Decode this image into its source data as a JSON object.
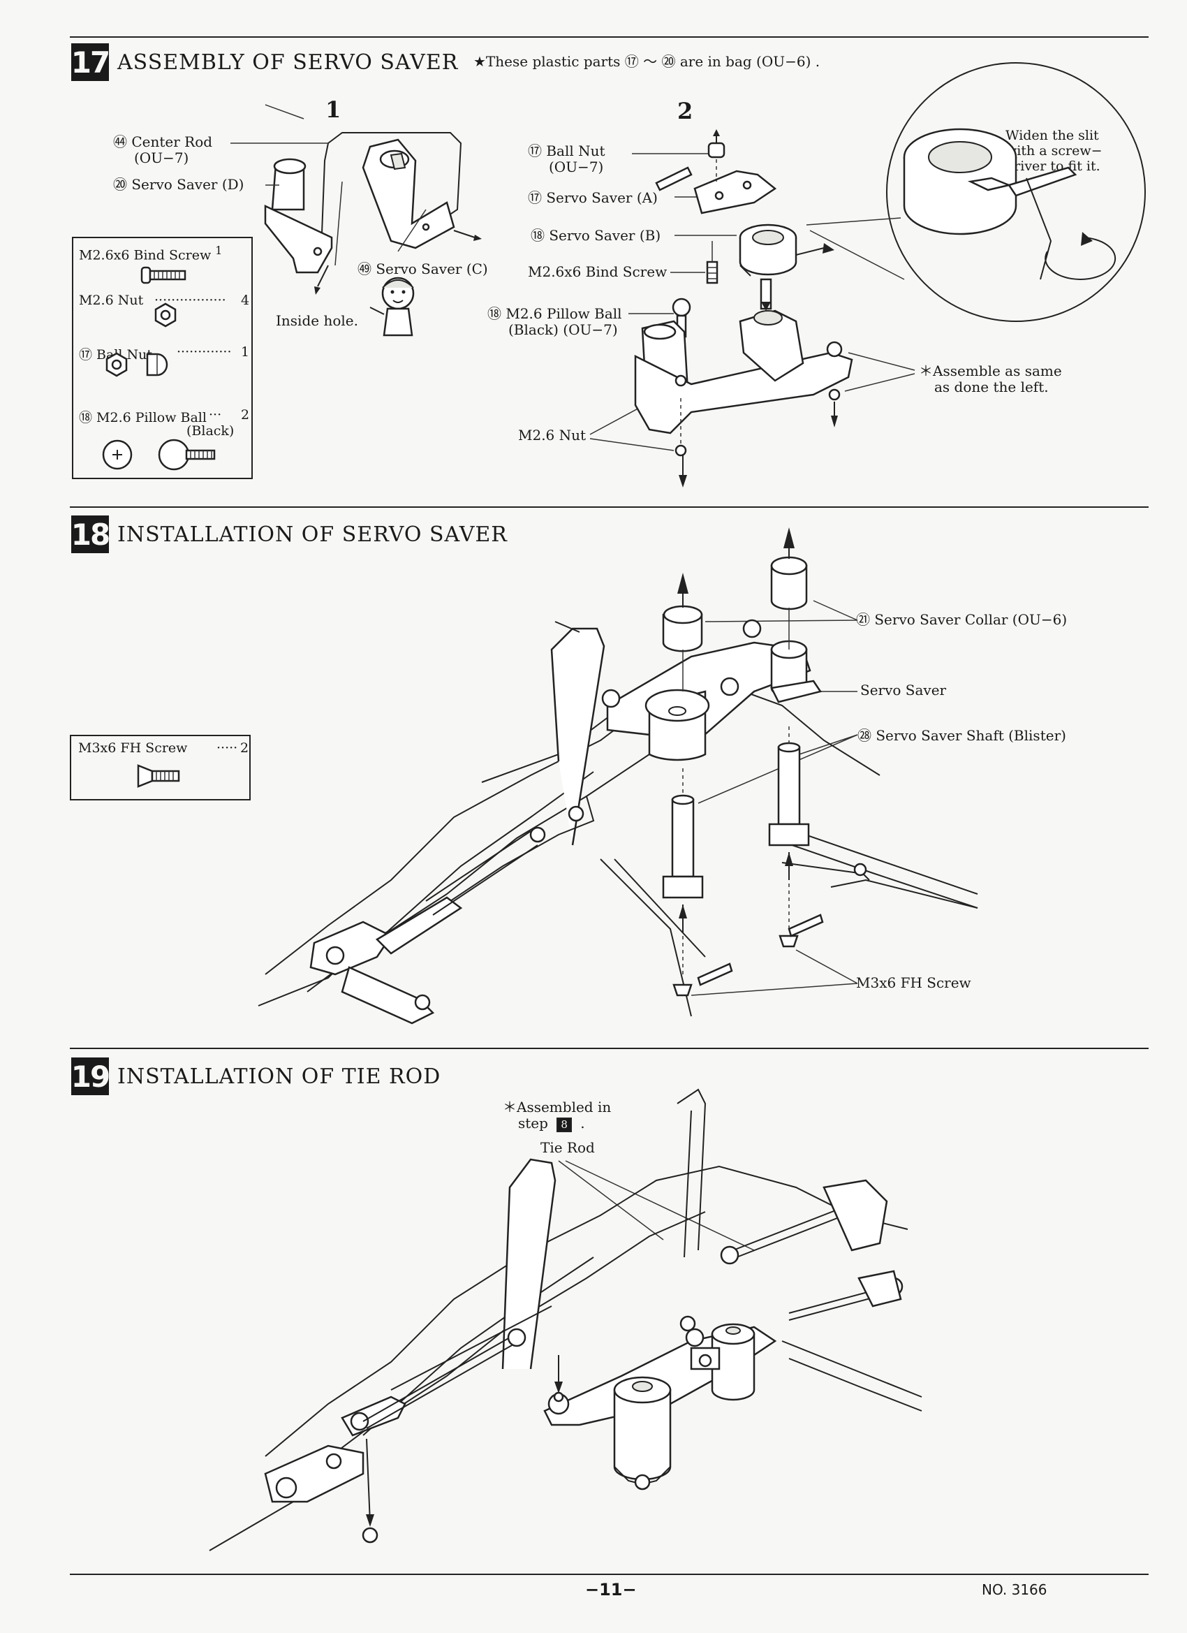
{
  "sections": [
    {
      "num": "17",
      "title": "ASSEMBLY OF SERVO SAVER"
    },
    {
      "num": "18",
      "title": "INSTALLATION OF SERVO SAVER"
    },
    {
      "num": "19",
      "title": "INSTALLATION OF TIE ROD"
    }
  ],
  "s17": {
    "note_prefix": "★These plastic parts",
    "note_from": "⑰",
    "note_tilde": "～",
    "note_to": "⑳",
    "note_suffix": "are in bag (OU−6) .",
    "step1": "1",
    "step2": "2",
    "center_rod": "㊹ Center Rod",
    "center_rod_bag": "(OU−7)",
    "servo_saver_d": "⑳ Servo Saver (D)",
    "servo_saver_c": "㊾ Servo Saver (C)",
    "inside_hole": "Inside hole.",
    "ball_nut": "⑰ Ball Nut",
    "ball_nut_bag": "(OU−7)",
    "servo_saver_a": "⑰ Servo Saver (A)",
    "servo_saver_b": "⑱ Servo Saver (B)",
    "bind_screw": "M2.6x6 Bind Screw",
    "pillow_ball": "⑱ M2.6 Pillow Ball",
    "pillow_ball_bag": "(Black) (OU−7)",
    "nut": "M2.6 Nut",
    "widen_1": "Widen the slit",
    "widen_2": "with a screw−",
    "widen_3": "driver to fit it.",
    "assemble_1": "＊Assemble as same",
    "assemble_2": "as done the left.",
    "parts_box": {
      "bind_screw": "M2.6x6 Bind Screw",
      "bind_screw_qty": "1",
      "nut": "M2.6 Nut",
      "nut_qty": "4",
      "ball_nut": "⑰ Ball Nut",
      "ball_nut_qty": "1",
      "pillow_ball": "⑱ M2.6 Pillow Ball",
      "pillow_ball_qty": "2",
      "pillow_ball_color": "(Black)"
    }
  },
  "s18": {
    "collar": "㉑ Servo Saver Collar (OU−6)",
    "servo_saver": "Servo Saver",
    "shaft": "㉘ Servo Saver Shaft (Blister)",
    "fh_screw": "M3x6 FH Screw",
    "parts_box": {
      "screw": "M3x6 FH Screw",
      "qty": "2"
    }
  },
  "s19": {
    "assembled_1": "＊Assembled in",
    "assembled_2_pre": "step",
    "assembled_step": "8",
    "assembled_2_post": ".",
    "tie_rod": "Tie Rod"
  },
  "footer": {
    "page": "−11−",
    "doc_no": "NO. 3166"
  }
}
